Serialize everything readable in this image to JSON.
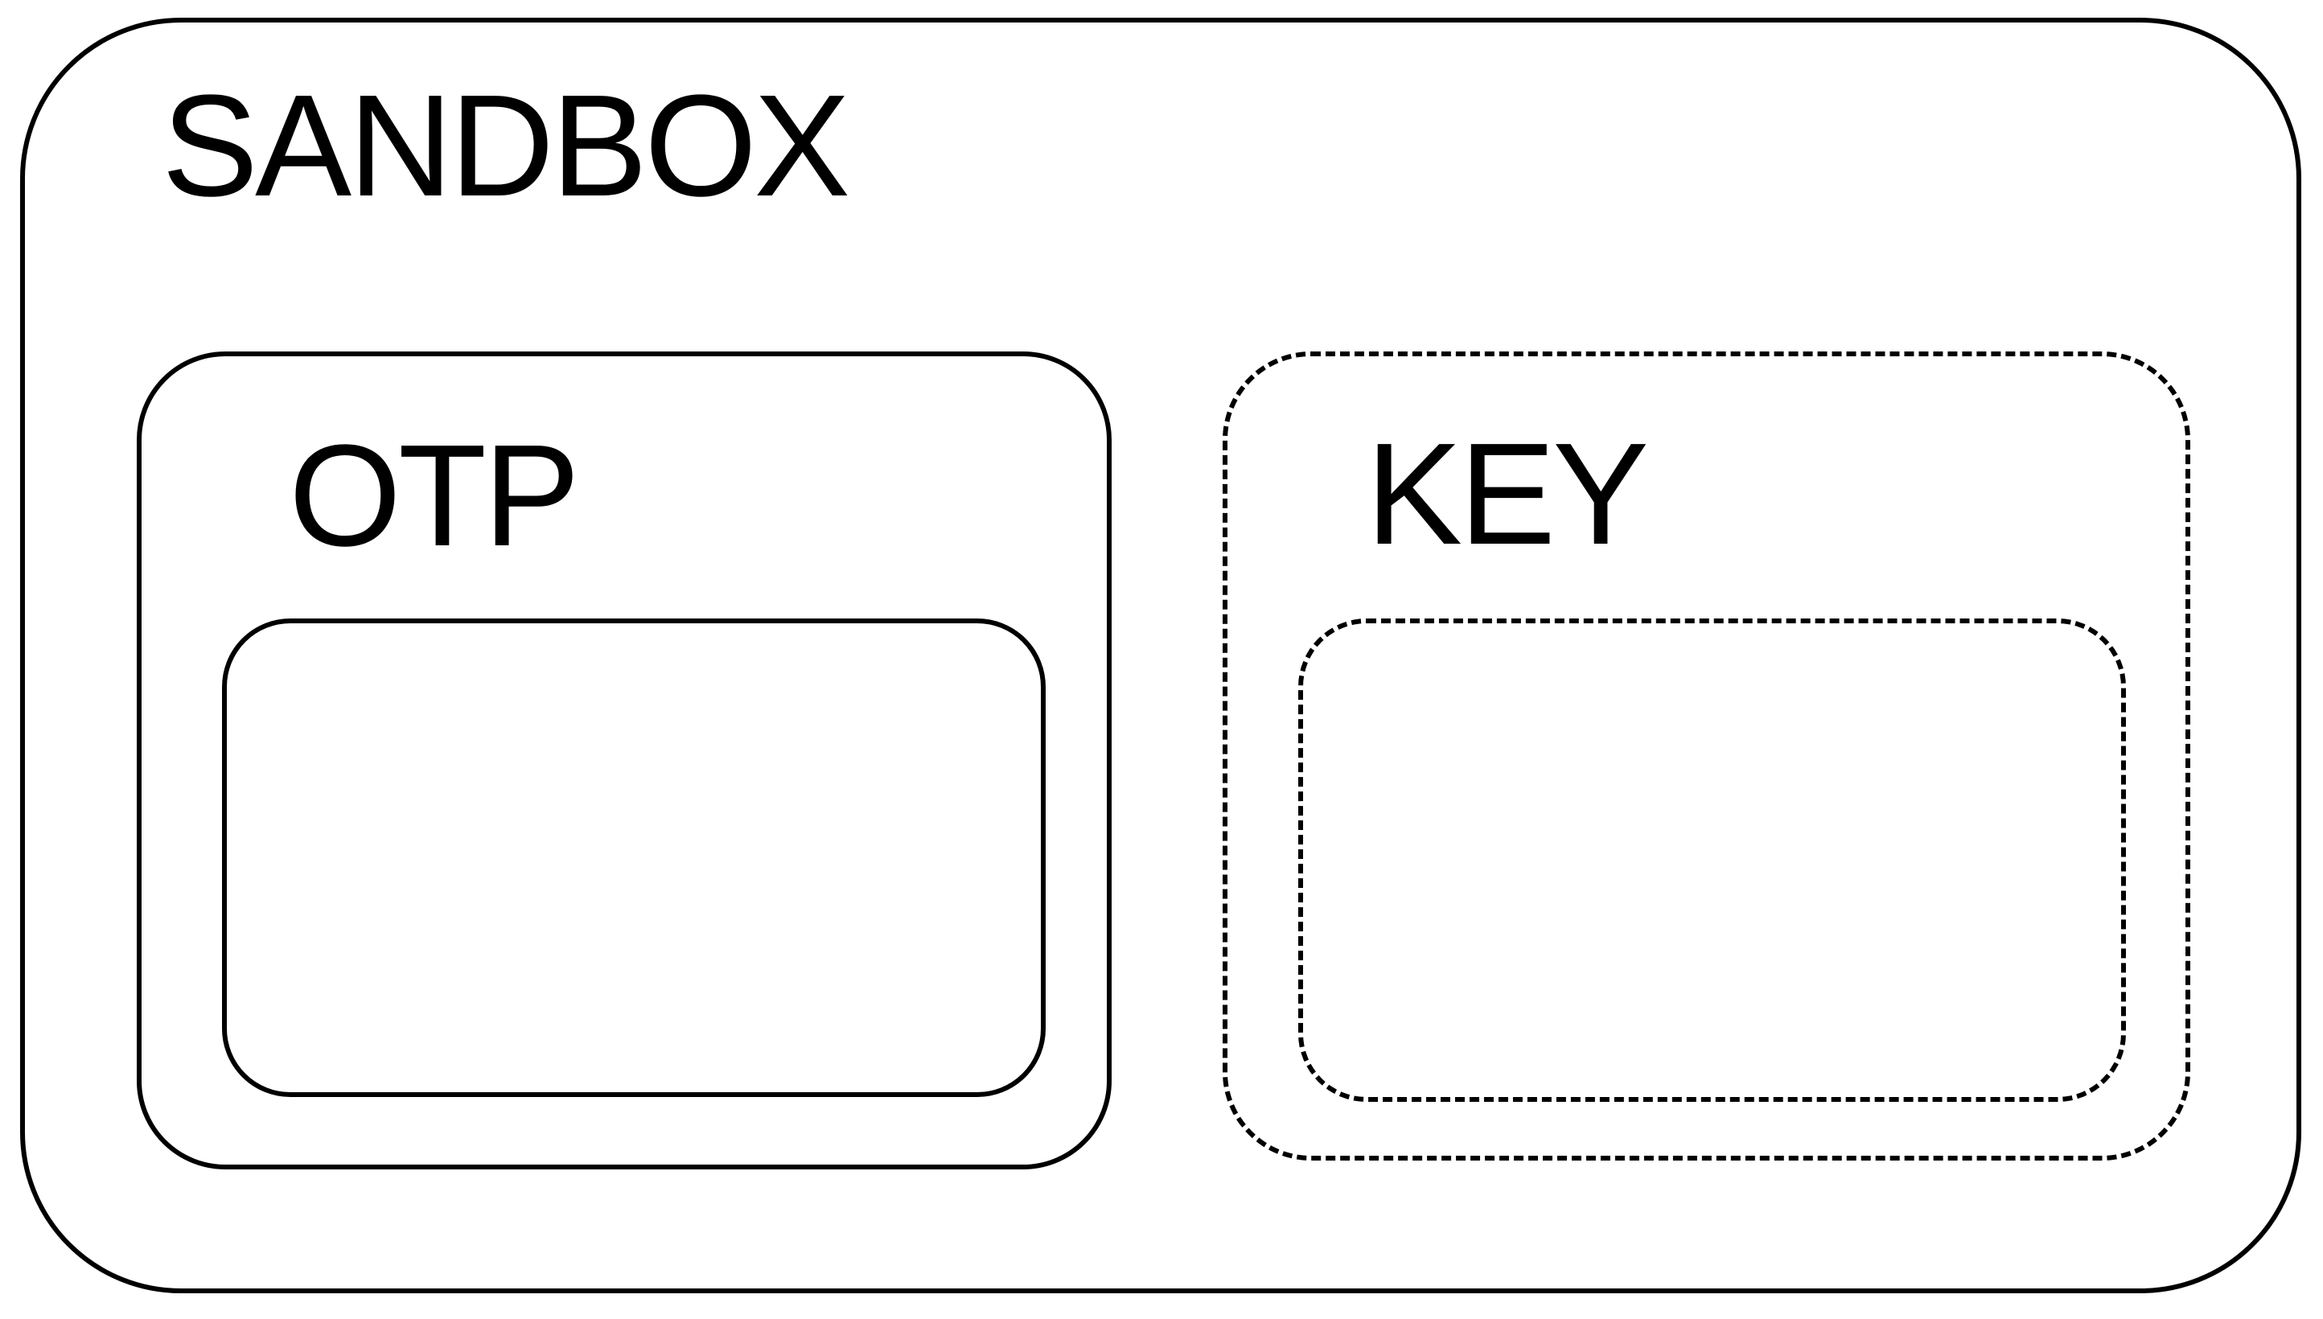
{
  "diagram": {
    "background_color": "#ffffff",
    "line_color": "#000000",
    "sandbox": {
      "label": "SANDBOX",
      "border_style": "solid"
    },
    "otp": {
      "label": "OTP",
      "border_style": "solid",
      "inner_slot": {
        "content": "",
        "border_style": "solid"
      }
    },
    "key": {
      "label": "KEY",
      "border_style": "dashed",
      "inner_slot": {
        "content": "",
        "border_style": "dashed"
      }
    }
  }
}
